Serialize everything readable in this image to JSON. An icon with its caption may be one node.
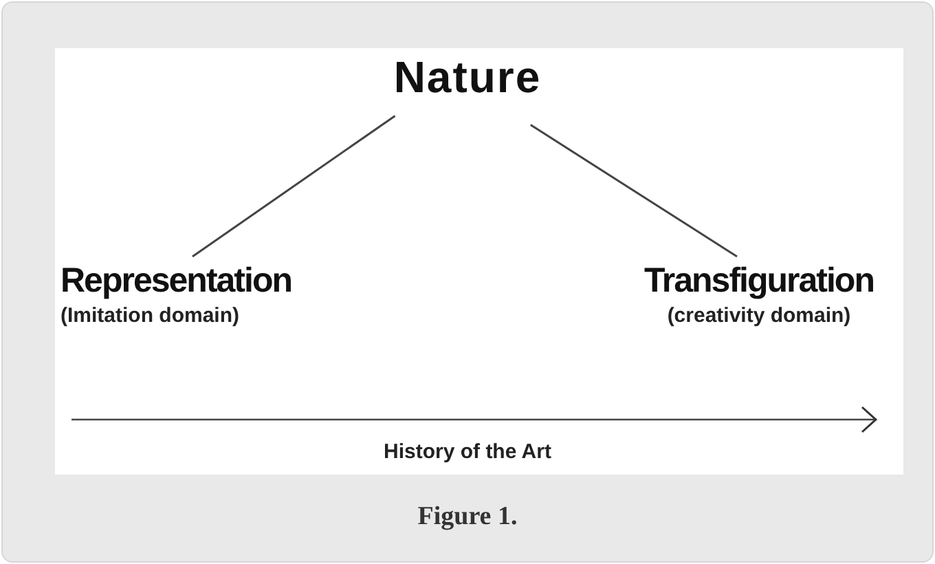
{
  "diagram": {
    "caption": "Figure 1.",
    "nodes": [
      {
        "text": [
          "Nature"
        ]
      },
      {
        "text": [
          "Representation",
          "(Imitation domain)"
        ]
      },
      {
        "text": [
          "Transfiguration",
          "(creativity domain)"
        ]
      }
    ],
    "edges": [
      {
        "from": 0,
        "to": 1,
        "arrow": "none"
      },
      {
        "from": 0,
        "to": 2,
        "arrow": "none"
      }
    ],
    "labels": [
      "History of the Art"
    ]
  }
}
